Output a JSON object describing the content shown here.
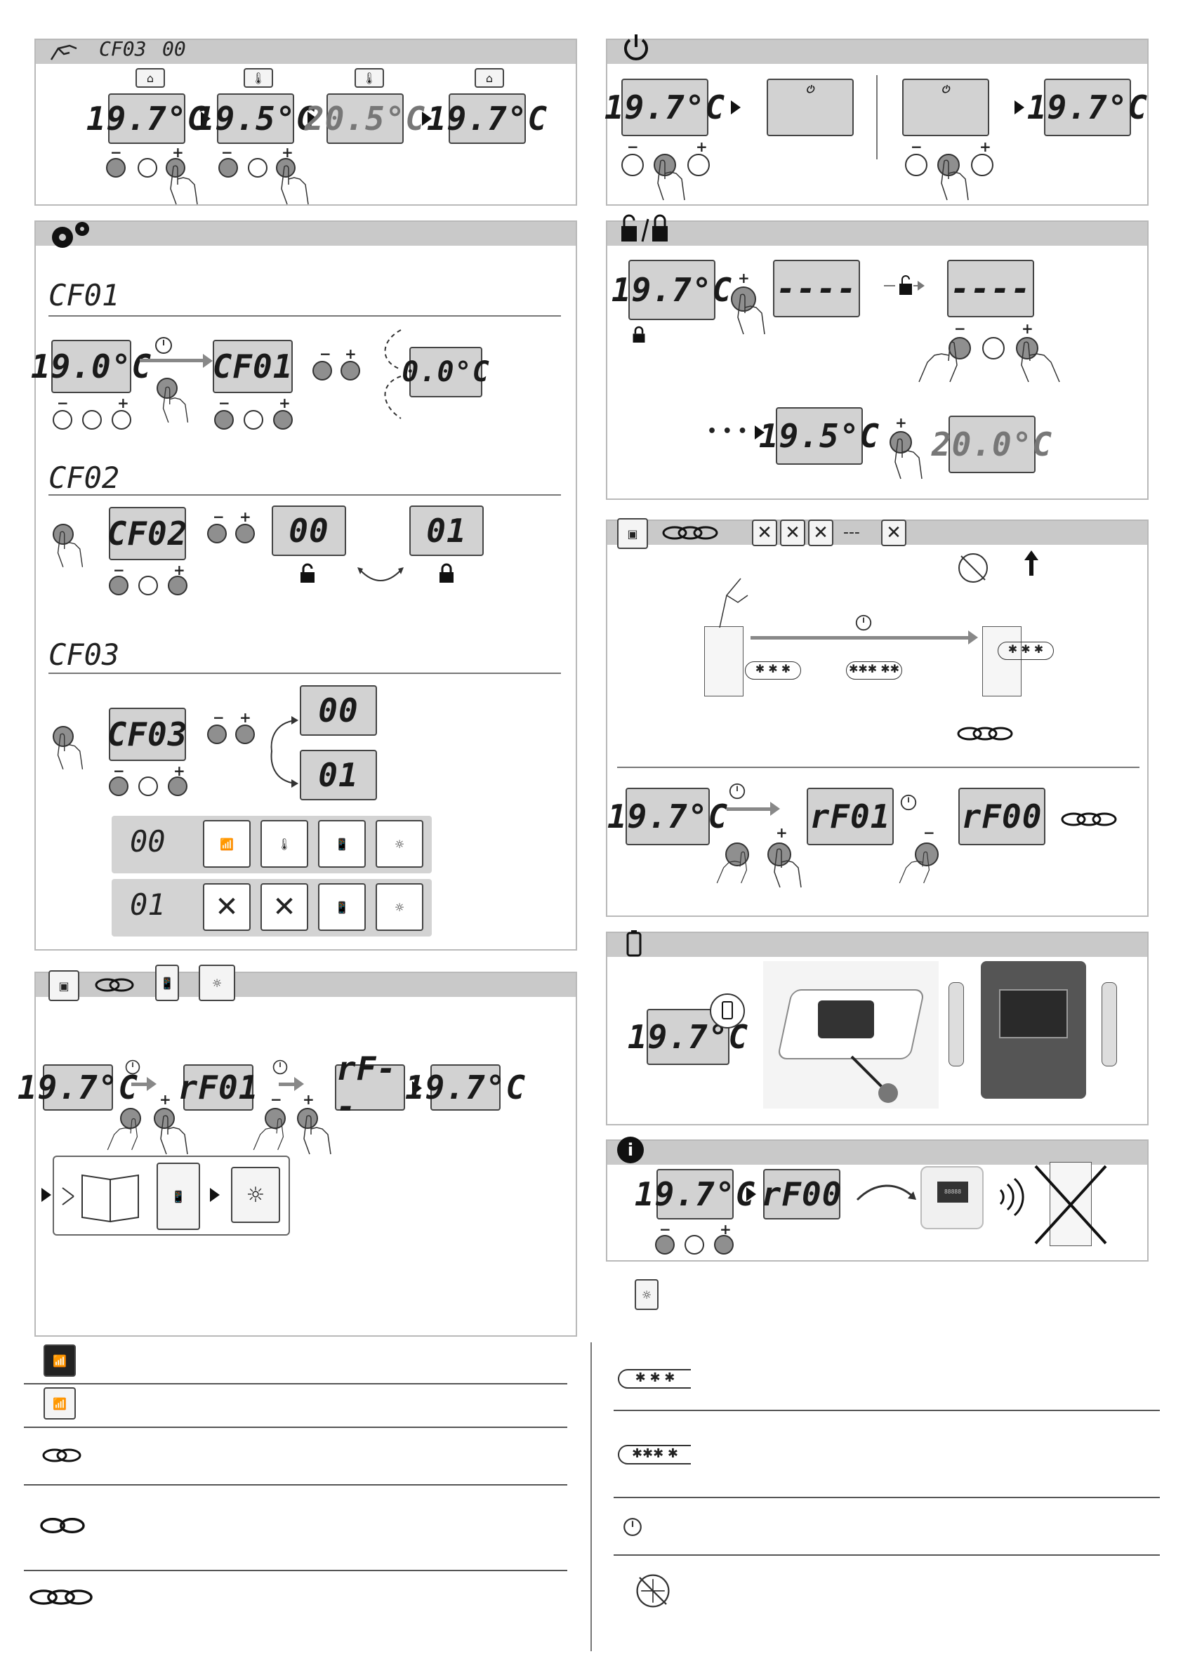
{
  "manual_mode": {
    "header_code": "CF03",
    "header_value": "00",
    "displays": [
      "19.7°C",
      "19.5°C",
      "20.5°C",
      "19.7°C"
    ]
  },
  "power": {
    "displays": [
      "19.7°C",
      "",
      "",
      "19.7°C"
    ]
  },
  "settings": {
    "cf01": {
      "title": "CF01",
      "displays": [
        "19.0°C",
        "CF01",
        "0.0°C"
      ]
    },
    "cf02": {
      "title": "CF02",
      "displays": [
        "CF02",
        "00",
        "01"
      ]
    },
    "cf03": {
      "title": "CF03",
      "displays": [
        "CF03",
        "00",
        "01"
      ],
      "options": [
        "00",
        "01"
      ]
    }
  },
  "lock": {
    "displays": [
      "19.7°C",
      "----",
      "----",
      "19.5°C",
      "20.0°C"
    ]
  },
  "unlink": {
    "displays": [
      "19.7°C",
      "rF01",
      "rF00"
    ]
  },
  "battery": {
    "display": "19.7°C"
  },
  "info": {
    "displays": [
      "19.7°C",
      "rF00"
    ],
    "device_screen": "88888"
  },
  "pairing": {
    "displays": [
      "19.7°C",
      "rF01",
      "rF--",
      "19.7°C"
    ]
  },
  "signs": {
    "minus": "−",
    "plus": "+",
    "ellipsis": "• • •",
    "dashes": "---"
  },
  "colors": {
    "lcd": "#d2d2d2",
    "header": "#c9c9c9",
    "button_active": "#8f8f8f"
  }
}
